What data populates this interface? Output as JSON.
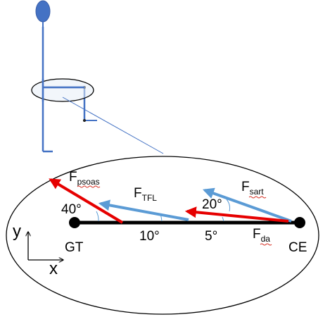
{
  "colors": {
    "figure": "#4472c4",
    "figure_dark": "#3a5ea8",
    "force_red": "#e60000",
    "force_blue": "#5b9bd5",
    "bone": "#000000",
    "inset_fill": "#e8eff7"
  },
  "labels": {
    "f_psoas": {
      "main": "F",
      "sub": "psoas"
    },
    "f_tfl": {
      "main": "F",
      "sub": "TFL"
    },
    "f_sart": {
      "main": "F",
      "sub": "sart"
    },
    "f_da": {
      "main": "F",
      "sub": "da"
    },
    "angle_psoas": "40°",
    "angle_tfl": "10°",
    "angle_sart": "20°",
    "angle_da": "5°",
    "gt": "GT",
    "ce": "CE",
    "axis_y": "y",
    "axis_x": "x"
  }
}
